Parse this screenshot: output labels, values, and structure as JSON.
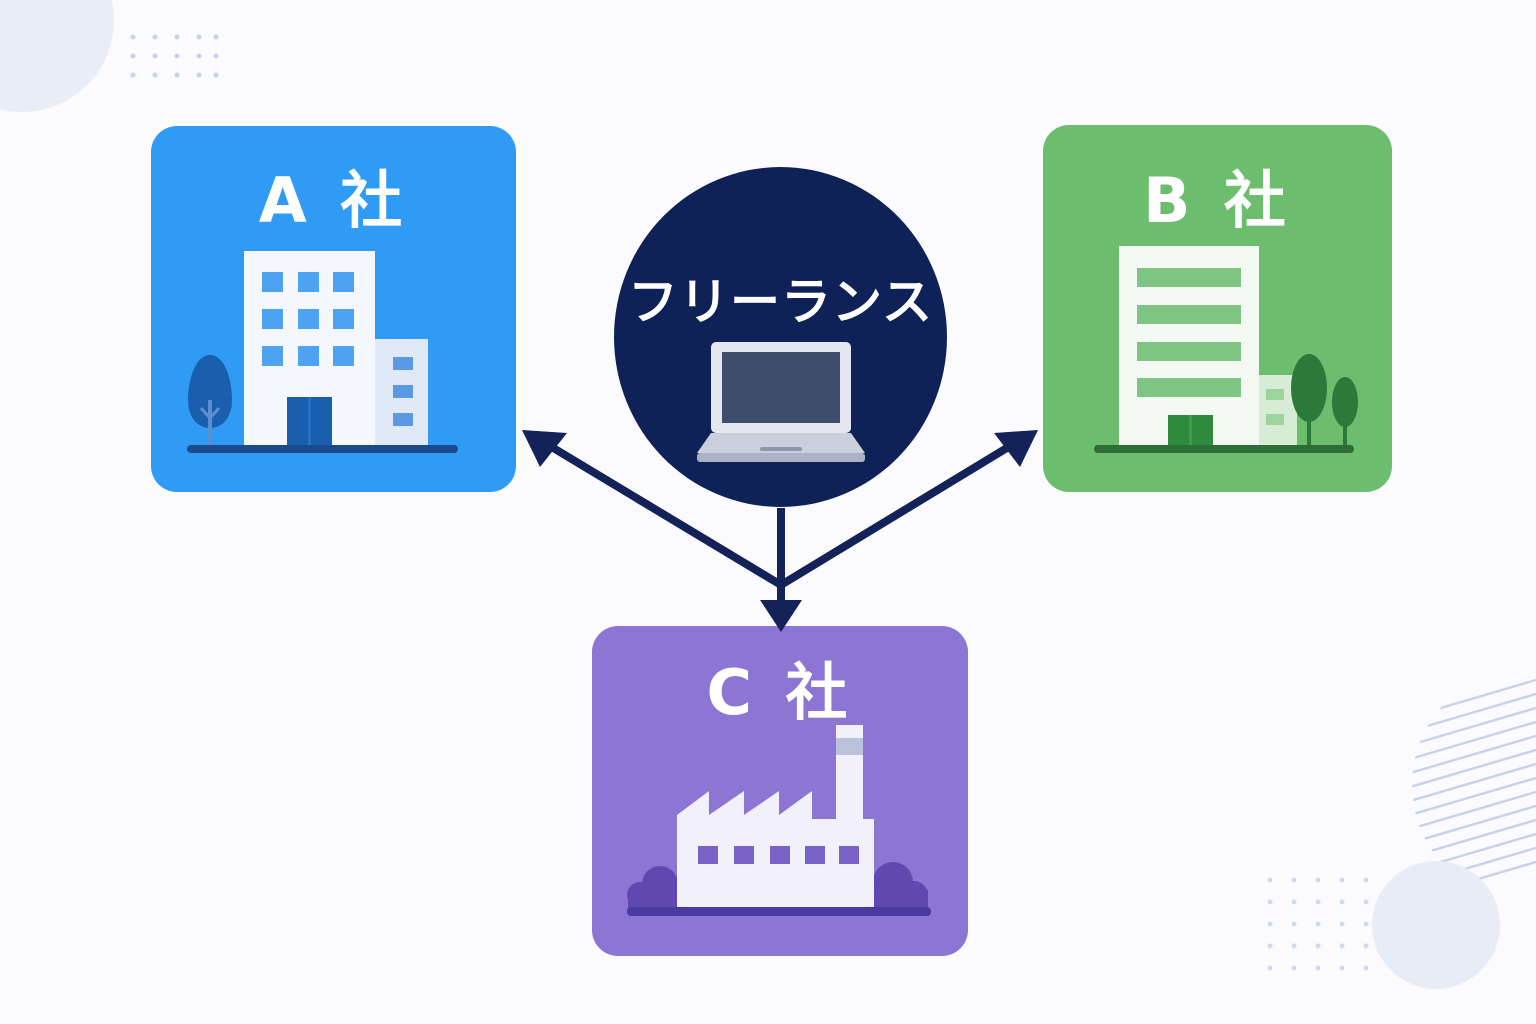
{
  "hub": {
    "label": "フリーランス",
    "icon": "laptop-icon"
  },
  "companies": [
    {
      "id": "a",
      "label": "A 社",
      "icon": "office-building-icon",
      "color": "#2f9bf5"
    },
    {
      "id": "b",
      "label": "B 社",
      "icon": "office-building-icon",
      "color": "#6cbd6d"
    },
    {
      "id": "c",
      "label": "C 社",
      "icon": "factory-icon",
      "color": "#8d75d4"
    }
  ],
  "colors": {
    "hub": "#0f2257",
    "arrow": "#13235a",
    "background": "#fbfbfd"
  }
}
